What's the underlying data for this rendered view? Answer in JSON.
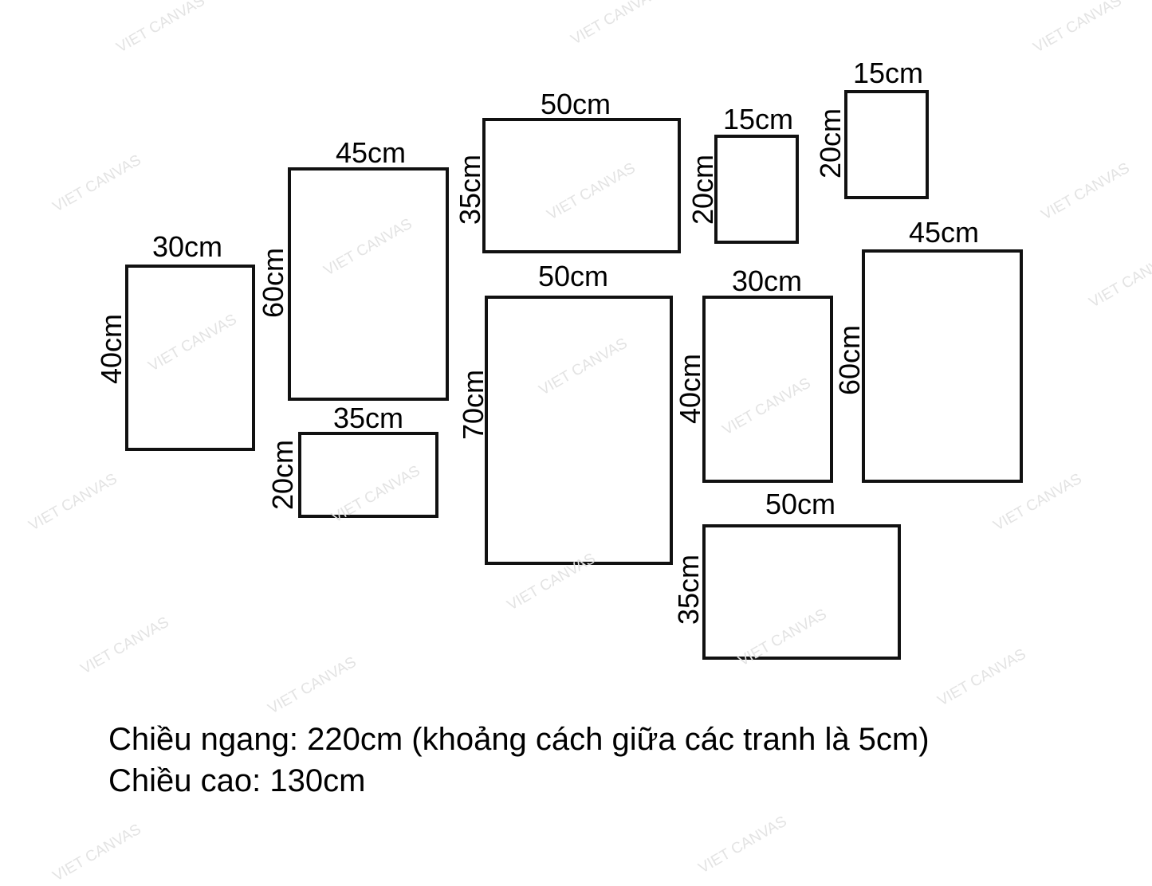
{
  "watermark": "VIET CANVAS",
  "frames": [
    {
      "width_label": "30cm",
      "height_label": "40cm"
    },
    {
      "width_label": "45cm",
      "height_label": "60cm"
    },
    {
      "width_label": "35cm",
      "height_label": "20cm"
    },
    {
      "width_label": "50cm",
      "height_label": "35cm"
    },
    {
      "width_label": "50cm",
      "height_label": "70cm"
    },
    {
      "width_label": "15cm",
      "height_label": "20cm"
    },
    {
      "width_label": "15cm",
      "height_label": "20cm"
    },
    {
      "width_label": "30cm",
      "height_label": "40cm"
    },
    {
      "width_label": "45cm",
      "height_label": "60cm"
    },
    {
      "width_label": "50cm",
      "height_label": "35cm"
    }
  ],
  "footer": {
    "line1": "Chiều ngang: 220cm (khoảng cách giữa các tranh là 5cm)",
    "line2": "Chiều cao: 130cm"
  }
}
